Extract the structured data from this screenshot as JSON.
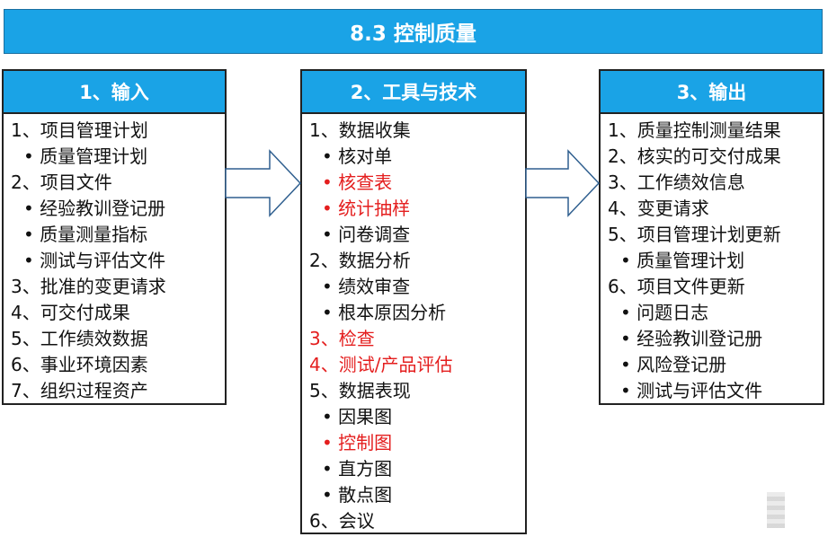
{
  "title": "8.3 控制质量",
  "columns": {
    "input": {
      "header": "1、输入",
      "items": [
        {
          "text": "1、项目管理计划",
          "level": 0,
          "highlight": false
        },
        {
          "text": "• 质量管理计划",
          "level": 1,
          "highlight": false
        },
        {
          "text": "2、项目文件",
          "level": 0,
          "highlight": false
        },
        {
          "text": "• 经验教训登记册",
          "level": 1,
          "highlight": false
        },
        {
          "text": "• 质量测量指标",
          "level": 1,
          "highlight": false
        },
        {
          "text": "• 测试与评估文件",
          "level": 1,
          "highlight": false
        },
        {
          "text": "3、批准的变更请求",
          "level": 0,
          "highlight": false
        },
        {
          "text": "4、可交付成果",
          "level": 0,
          "highlight": false
        },
        {
          "text": "5、工作绩效数据",
          "level": 0,
          "highlight": false
        },
        {
          "text": "6、事业环境因素",
          "level": 0,
          "highlight": false
        },
        {
          "text": "7、组织过程资产",
          "level": 0,
          "highlight": false
        }
      ]
    },
    "tools": {
      "header": "2、工具与技术",
      "items": [
        {
          "text": "1、数据收集",
          "level": 0,
          "highlight": false
        },
        {
          "text": "• 核对单",
          "level": 1,
          "highlight": false
        },
        {
          "text": "• 核查表",
          "level": 1,
          "highlight": true
        },
        {
          "text": "• 统计抽样",
          "level": 1,
          "highlight": true
        },
        {
          "text": "• 问卷调查",
          "level": 1,
          "highlight": false
        },
        {
          "text": "2、数据分析",
          "level": 0,
          "highlight": false
        },
        {
          "text": "• 绩效审查",
          "level": 1,
          "highlight": false
        },
        {
          "text": "• 根本原因分析",
          "level": 1,
          "highlight": false
        },
        {
          "text": "3、检查",
          "level": 0,
          "highlight": true
        },
        {
          "text": "4、测试/产品评估",
          "level": 0,
          "highlight": true
        },
        {
          "text": "5、数据表现",
          "level": 0,
          "highlight": false
        },
        {
          "text": "• 因果图",
          "level": 1,
          "highlight": false
        },
        {
          "text": "• 控制图",
          "level": 1,
          "highlight": true
        },
        {
          "text": "• 直方图",
          "level": 1,
          "highlight": false
        },
        {
          "text": "• 散点图",
          "level": 1,
          "highlight": false
        },
        {
          "text": "6、会议",
          "level": 0,
          "highlight": false
        }
      ]
    },
    "output": {
      "header": "3、输出",
      "items": [
        {
          "text": "1、质量控制测量结果",
          "level": 0,
          "highlight": false
        },
        {
          "text": "2、核实的可交付成果",
          "level": 0,
          "highlight": false
        },
        {
          "text": "3、工作绩效信息",
          "level": 0,
          "highlight": false
        },
        {
          "text": "4、变更请求",
          "level": 0,
          "highlight": false
        },
        {
          "text": "5、项目管理计划更新",
          "level": 0,
          "highlight": false
        },
        {
          "text": "• 质量管理计划",
          "level": 1,
          "highlight": false
        },
        {
          "text": "6、项目文件更新",
          "level": 0,
          "highlight": false
        },
        {
          "text": "• 问题日志",
          "level": 1,
          "highlight": false
        },
        {
          "text": "• 经验教训登记册",
          "level": 1,
          "highlight": false
        },
        {
          "text": "• 风险登记册",
          "level": 1,
          "highlight": false
        },
        {
          "text": "• 测试与评估文件",
          "level": 1,
          "highlight": false
        }
      ]
    }
  },
  "colors": {
    "header_bg": "#1aa3e6",
    "highlight_text": "#e41e1e",
    "arrow_stroke": "#2f5f8f"
  },
  "icons": {
    "arrow": "right-arrow-icon"
  }
}
